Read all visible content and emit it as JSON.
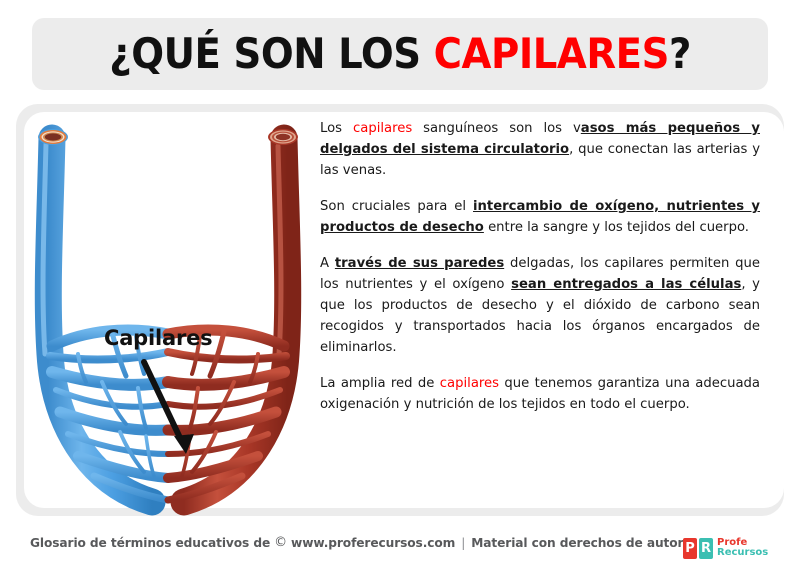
{
  "title": {
    "prefix": "¿QUÉ SON LOS ",
    "highlight": "CAPILARES",
    "suffix": "?"
  },
  "illustration": {
    "label": "Capilares",
    "vein_color": "#4a9fe0",
    "artery_color": "#b03a2e",
    "lumen_color": "#7a2f22",
    "ring_color": "#e07b3f",
    "arrow_color": "#111111"
  },
  "content": {
    "paragraphs": [
      {
        "id": "p1",
        "runs": [
          {
            "text": "Los ",
            "style": "normal"
          },
          {
            "text": "capilares",
            "style": "highlight"
          },
          {
            "text": " sanguíneos son los v",
            "style": "normal"
          },
          {
            "text": "asos más pequeños y delgados del sistema circulatorio",
            "style": "underline"
          },
          {
            "text": ", que conectan las arterias y las venas.",
            "style": "normal"
          }
        ]
      },
      {
        "id": "p2",
        "runs": [
          {
            "text": "Son cruciales para el ",
            "style": "normal"
          },
          {
            "text": "intercambio de oxígeno, nutrientes y productos de desecho",
            "style": "underline"
          },
          {
            "text": " entre la sangre y los tejidos del cuerpo.",
            "style": "normal"
          }
        ]
      },
      {
        "id": "p3",
        "runs": [
          {
            "text": "A ",
            "style": "normal"
          },
          {
            "text": "través de sus paredes",
            "style": "underline"
          },
          {
            "text": " delgadas, los capilares permiten que los nutrientes y el oxígeno ",
            "style": "normal"
          },
          {
            "text": "sean entregados a las células",
            "style": "underline"
          },
          {
            "text": ", y que los productos de desecho y el dióxido de carbono sean recogidos y transportados hacia los órganos encargados de eliminarlos.",
            "style": "normal"
          }
        ]
      },
      {
        "id": "p4",
        "runs": [
          {
            "text": "La amplia red de ",
            "style": "normal"
          },
          {
            "text": "capilares",
            "style": "highlight"
          },
          {
            "text": " que tenemos garantiza una adecuada oxigenación y nutrición de los tejidos en todo el cuerpo.",
            "style": "normal"
          }
        ]
      }
    ]
  },
  "footer": {
    "lead": "Glosario de términos educativos de",
    "copyright_symbol": "©",
    "site": "www.proferecursos.com",
    "separator": "|",
    "rights": "Material con derechos de autor"
  },
  "logo": {
    "mark_p": "P",
    "mark_r": "R",
    "word_top": "Profe",
    "word_bottom": "Recursos",
    "red": "#e8372d",
    "teal": "#3bbfb2"
  },
  "colors": {
    "title_accent": "#ff0000",
    "panel_gray": "#ececec",
    "card_white": "#ffffff",
    "footer_text": "#58595b"
  }
}
